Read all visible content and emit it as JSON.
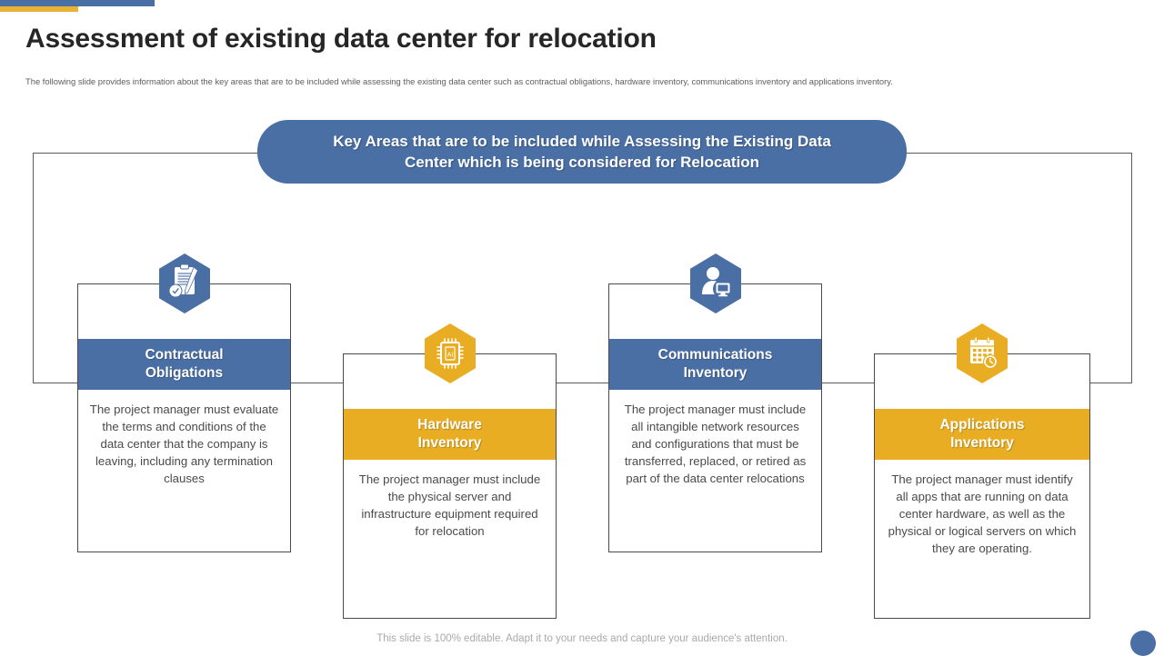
{
  "theme": {
    "blue": "#4a6fa5",
    "yellow": "#e8ad22",
    "title_color": "#262626",
    "body_text_color": "#4a4a4a"
  },
  "header": {
    "title": "Assessment of existing data center for relocation",
    "subtitle": "The following slide provides information about the key areas that are to be included while assessing the existing data center such as contractual obligations, hardware inventory, communications inventory and applications inventory."
  },
  "banner": {
    "line1": "Key Areas that are to be included while Assessing the Existing Data",
    "line2": "Center which is being considered for Relocation"
  },
  "cards": [
    {
      "id": "contractual-obligations",
      "icon": "clipboard-contract-icon",
      "accent": "blue",
      "title_line1": "Contractual",
      "title_line2": "Obligations",
      "body": "The project manager must evaluate the terms and conditions of the data center that the company is leaving, including any termination clauses"
    },
    {
      "id": "hardware-inventory",
      "icon": "cpu-chip-icon",
      "icon_label": "AI",
      "accent": "yellow",
      "title_line1": "Hardware",
      "title_line2": "Inventory",
      "body": "The project manager must include the physical server and infrastructure equipment required for relocation"
    },
    {
      "id": "communications-inventory",
      "icon": "user-monitor-icon",
      "accent": "blue",
      "title_line1": "Communications",
      "title_line2": "Inventory",
      "body": "The project manager must include all intangible network resources and configurations that must be transferred, replaced, or retired as part of the data center relocations"
    },
    {
      "id": "applications-inventory",
      "icon": "calendar-clock-icon",
      "accent": "yellow",
      "title_line1": "Applications",
      "title_line2": "Inventory",
      "body": "The project manager must identify all apps that are running on data center hardware, as well as the physical or logical servers on which they are operating."
    }
  ],
  "footer": {
    "note": "This slide is 100% editable. Adapt it to your needs and capture your audience's attention."
  }
}
